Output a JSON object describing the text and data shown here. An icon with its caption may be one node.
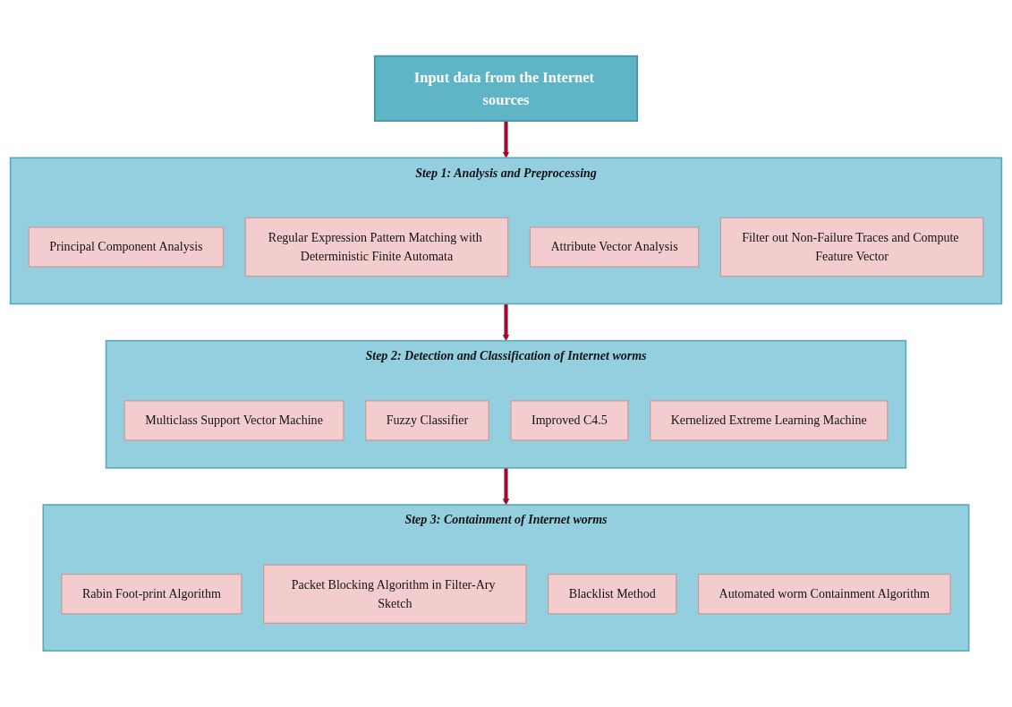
{
  "diagram": {
    "nodes": [
      {
        "text": [
          "Input data from the Internet sources"
        ]
      },
      {
        "text": [
          "Step 1: Analysis and Preprocessing"
        ]
      },
      {
        "text": [
          "Principal Component Analysis"
        ],
        "in": 1
      },
      {
        "text": [
          "Regular Expression Pattern Matching with Deterministic Finite Automata"
        ],
        "in": 1
      },
      {
        "text": [
          "Attribute Vector Analysis"
        ],
        "in": 1
      },
      {
        "text": [
          "Filter out Non-Failure Traces and Compute Feature Vector"
        ],
        "in": 1
      },
      {
        "text": [
          "Step 2: Detection and Classification of Internet worms"
        ]
      },
      {
        "text": [
          "Multiclass Support Vector Machine"
        ],
        "in": 6
      },
      {
        "text": [
          "Fuzzy Classifier"
        ],
        "in": 6
      },
      {
        "text": [
          "Improved C4.5"
        ],
        "in": 6
      },
      {
        "text": [
          "Kernelized Extreme Learning Machine"
        ],
        "in": 6
      },
      {
        "text": [
          "Step 3: Containment of Internet worms"
        ]
      },
      {
        "text": [
          "Rabin Foot-print Algorithm"
        ],
        "in": 11
      },
      {
        "text": [
          "Packet Blocking Algorithm in Filter-Ary Sketch"
        ],
        "in": 11
      },
      {
        "text": [
          "Blacklist Method"
        ],
        "in": 11
      },
      {
        "text": [
          "Automated worm Containment Algorithm"
        ],
        "in": 11
      }
    ],
    "edges": [
      {
        "from": 0,
        "to": 1,
        "arrow": "to"
      },
      {
        "from": 1,
        "to": 6,
        "arrow": "to"
      },
      {
        "from": 6,
        "to": 11,
        "arrow": "to"
      }
    ]
  }
}
